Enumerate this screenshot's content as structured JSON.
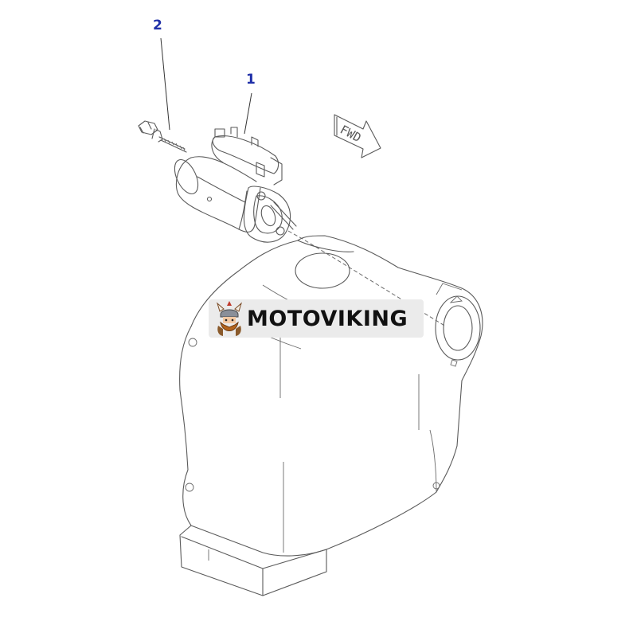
{
  "callouts": [
    {
      "label": "1",
      "part": "starter-motor"
    },
    {
      "label": "2",
      "part": "bolt"
    }
  ],
  "direction_arrow": {
    "label": "FWD"
  },
  "watermark": {
    "text": "MOTOVIKING",
    "logo": "viking-mascot-icon"
  },
  "colors": {
    "callout_text": "#1f2fa8",
    "line_art": "#5a5a5a",
    "watermark_bg": "#ebebeb",
    "watermark_text": "#111111",
    "logo_accent": "#c0392b"
  }
}
